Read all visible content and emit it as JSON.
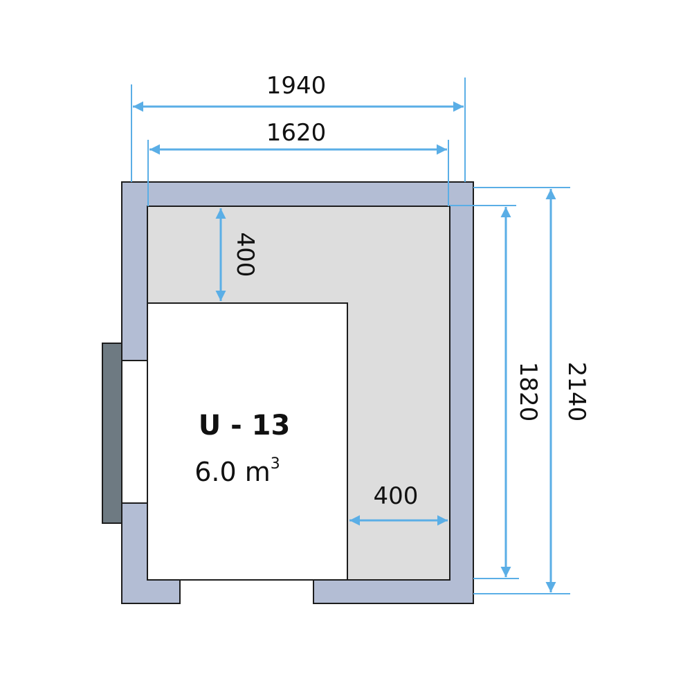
{
  "colors": {
    "wall": "#b3bdd4",
    "floor": "#dddddd",
    "unit": "#ffffff",
    "door": "#6e7a82",
    "outline": "#1c1c1c",
    "dimension": "#5aaee6"
  },
  "unit": {
    "name": "U - 13",
    "volume_value": "6.0 m",
    "volume_exponent": "3"
  },
  "dimensions": {
    "outer_width": "1940",
    "inner_width": "1620",
    "outer_height": "2140",
    "inner_height": "1820",
    "top_clearance": "400",
    "side_clearance": "400"
  }
}
